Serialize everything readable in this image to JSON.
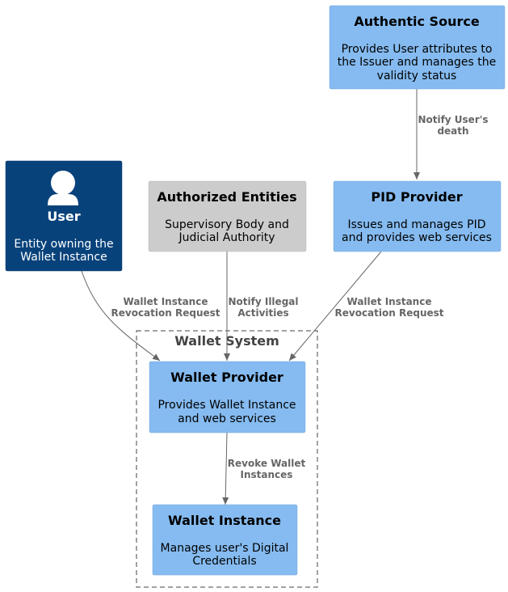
{
  "colors": {
    "person_fill": "#08427b",
    "container_fill": "#85bbf0",
    "external_fill": "#cccccc",
    "edge": "#666666",
    "boundary_stroke": "#444444"
  },
  "nodes": {
    "authentic_source": {
      "title": "Authentic Source",
      "desc": [
        "Provides User attributes to",
        "the Issuer and manages the",
        "validity status"
      ]
    },
    "user": {
      "title": "User",
      "desc": [
        "Entity owning the",
        "Wallet Instance"
      ],
      "icon": "person-icon"
    },
    "authorized_entities": {
      "title": "Authorized Entities",
      "desc": [
        "Supervisory Body and",
        "Judicial Authority"
      ]
    },
    "pid_provider": {
      "title": "PID Provider",
      "desc": [
        "Issues and manages PID",
        "and provides web services"
      ]
    },
    "wallet_provider": {
      "title": "Wallet Provider",
      "desc": [
        "Provides Wallet Instance",
        "and web services"
      ]
    },
    "wallet_instance": {
      "title": "Wallet Instance",
      "desc": [
        "Manages user's Digital",
        "Credentials"
      ]
    }
  },
  "boundary": {
    "label": "Wallet System"
  },
  "edges": {
    "as_to_pid": [
      "Notify User's",
      "death"
    ],
    "user_to_wp": [
      "Wallet Instance",
      "Revocation Request"
    ],
    "ae_to_wp": [
      "Notify Illegal",
      "Activities"
    ],
    "pid_to_wp": [
      "Wallet Instance",
      "Revocation Request"
    ],
    "wp_to_wi": [
      "Revoke Wallet",
      "Instances"
    ]
  }
}
